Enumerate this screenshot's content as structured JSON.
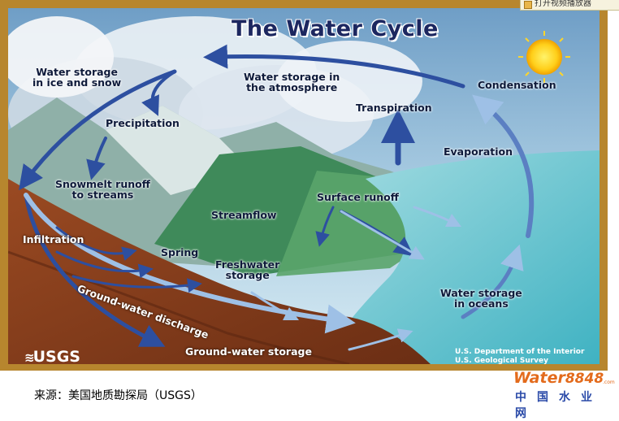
{
  "diagram": {
    "title": "The Water Cycle",
    "labels": {
      "ice_storage": [
        "Water storage",
        "in ice and snow"
      ],
      "atmosphere_storage": [
        "Water storage in",
        "the atmosphere"
      ],
      "condensation": "Condensation",
      "precipitation": "Precipitation",
      "transpiration": "Transpiration",
      "evaporation": "Evaporation",
      "snowmelt": [
        "Snowmelt runoff",
        "to streams"
      ],
      "surface_runoff": "Surface runoff",
      "streamflow": "Streamflow",
      "infiltration": "Infiltration",
      "spring": "Spring",
      "freshwater": [
        "Freshwater",
        "storage"
      ],
      "groundwater_discharge": "Ground-water discharge",
      "ocean_storage": [
        "Water storage",
        "in oceans"
      ],
      "groundwater_storage": "Ground-water storage"
    },
    "logo": "USGS",
    "credit": [
      "U.S. Department of the Interior",
      "U.S. Geological Survey"
    ]
  },
  "caption": "来源：美国地质勘探局（USGS）",
  "site_logo": {
    "brand": "Water",
    "number": "8848",
    "suffix": ".com",
    "chinese": "中国水业网"
  },
  "popup": {
    "text": "打开视频播放器"
  },
  "colors": {
    "frame": "#b7862e",
    "arrow": "#2d4fa0",
    "arrow_light": "#c9dcf2",
    "sky": "#9fc6e0",
    "ocean": "#6fc7cf",
    "soil": "#7a3a1c"
  }
}
